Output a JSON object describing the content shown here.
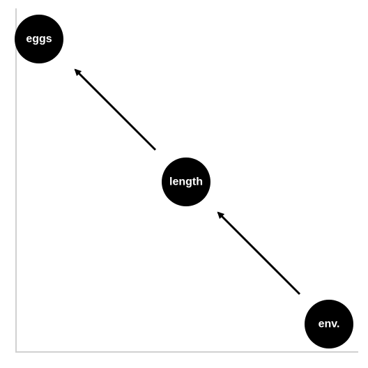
{
  "diagram": {
    "nodes": {
      "eggs": {
        "label": "eggs",
        "color": "#000000"
      },
      "length": {
        "label": "length",
        "color": "#000000"
      },
      "env": {
        "label": "env.",
        "color": "#000000"
      }
    },
    "edges": [
      {
        "from": "length",
        "to": "eggs"
      },
      {
        "from": "env",
        "to": "length"
      }
    ],
    "axis_color": "#d0d0d0",
    "edge_color": "#000000"
  }
}
